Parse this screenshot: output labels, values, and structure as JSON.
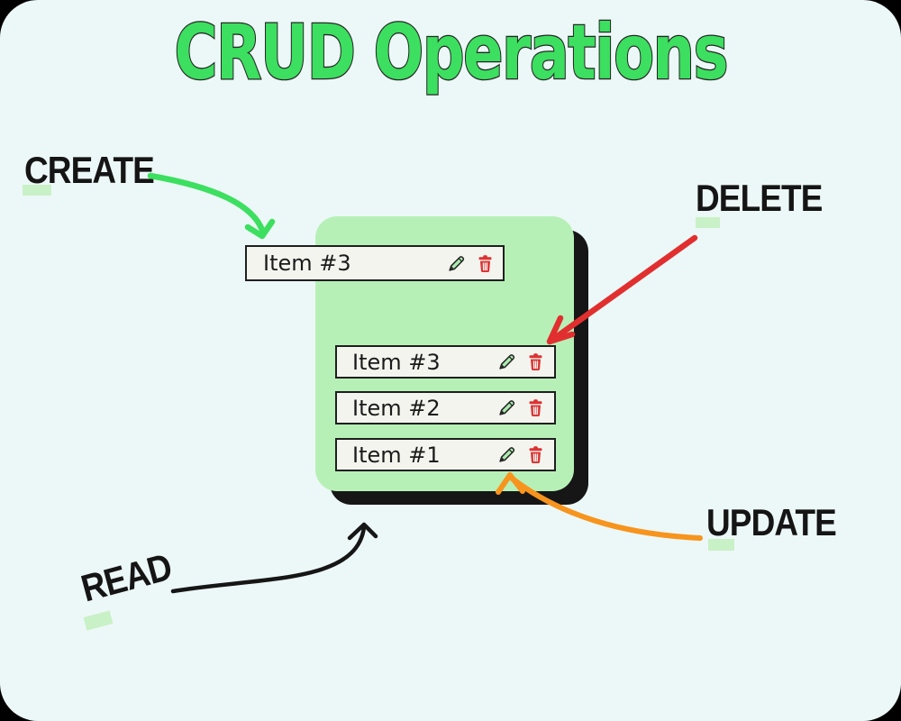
{
  "page": {
    "title": "CRUD Operations",
    "background_color": "#ecf8f7",
    "outer_color": "#000000",
    "title_color": "#3cdf5f"
  },
  "labels": {
    "create": "CREATE",
    "read": "READ",
    "update": "UPDATE",
    "delete": "DELETE"
  },
  "card": {
    "background_color": "#b7f0b7",
    "shadow_color": "#161616",
    "items": [
      {
        "label": "Item #3"
      },
      {
        "label": "Item #2"
      },
      {
        "label": "Item #1"
      }
    ]
  },
  "floating_item": {
    "label": "Item #3"
  },
  "icons": {
    "edit": "pencil-icon",
    "delete": "trash-icon"
  },
  "colors": {
    "create_arrow": "#3cdf5f",
    "delete_arrow": "#e12f2f",
    "update_arrow": "#f7941e",
    "read_arrow": "#161616",
    "highlight": "#c9f1c7",
    "pencil_fill": "#abeaae",
    "trash_red": "#dd3131",
    "row_background": "#f4f4ef"
  }
}
